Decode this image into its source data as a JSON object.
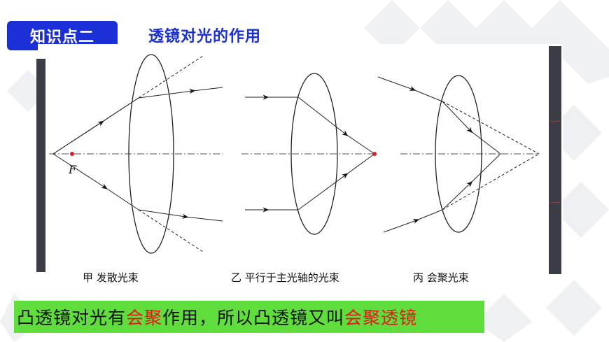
{
  "header": {
    "tag": "知识点二",
    "title": "透镜对光的作用"
  },
  "diagram": {
    "focus_label": "F",
    "captions": [
      "甲  发散光束",
      "乙  平行于主光轴的光束",
      "丙  会聚光束"
    ]
  },
  "banner": {
    "part1": "凸透镜对光有",
    "part2": "会聚",
    "part3": "作用，所以凸透镜又叫",
    "part4": "会聚透镜"
  },
  "colors": {
    "accent_blue": "#1b2fd6",
    "banner_green": "#5fdd3c",
    "highlight_red": "#e11a1a"
  }
}
